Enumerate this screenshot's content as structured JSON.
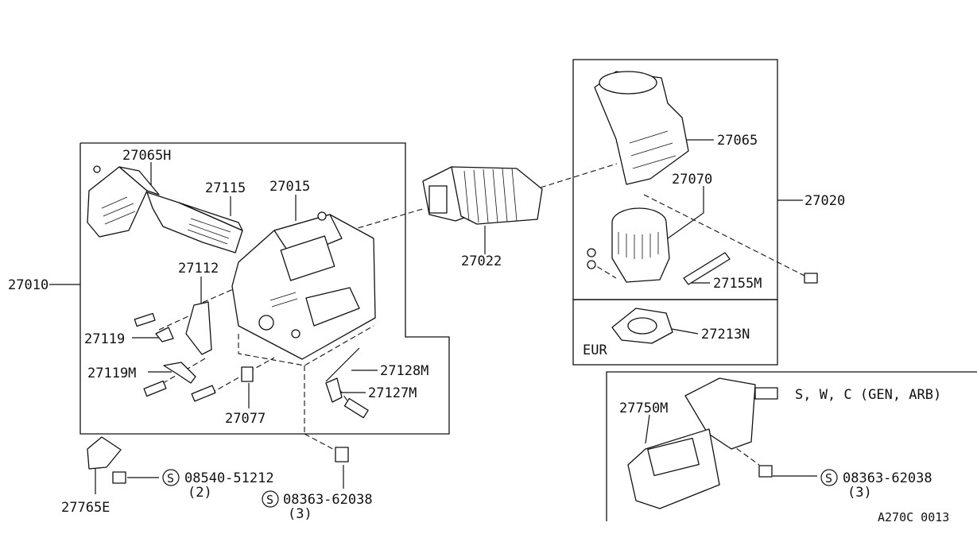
{
  "labels": {
    "p27065H": "27065H",
    "p27115": "27115",
    "p27015": "27015",
    "p27112": "27112",
    "p27010": "27010",
    "p27119": "27119",
    "p27119M": "27119M",
    "p27077": "27077",
    "p27128M": "27128M",
    "p27127M": "27127M",
    "p27022": "27022",
    "p27065": "27065",
    "p27070": "27070",
    "p27020": "27020",
    "p27155M": "27155M",
    "p27213N": "27213N",
    "eur": "EUR",
    "p27750M": "27750M",
    "variant": "S, W, C (GEN, ARB)",
    "p27765E": "27765E",
    "std1": "08540-51212",
    "qty1": "(2)",
    "std2": "08363-62038",
    "qty2": "(3)",
    "std3": "08363-62038",
    "qty3": "(3)",
    "std_symbol": "S",
    "ref": "A270C 0013"
  }
}
